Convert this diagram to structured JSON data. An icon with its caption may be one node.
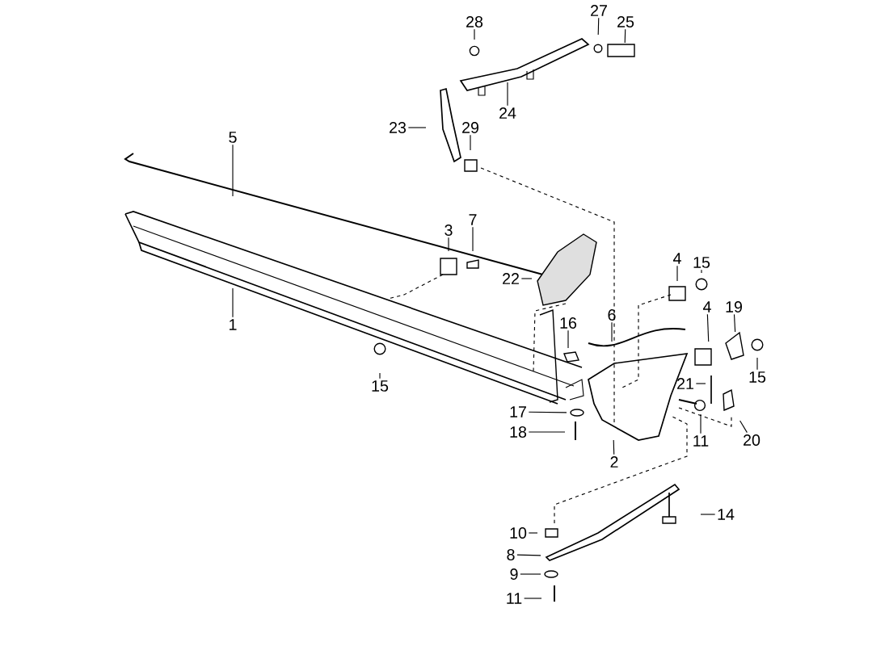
{
  "diagram": {
    "nodes": [
      {
        "text": [
          "27"
        ]
      },
      {
        "text": [
          "28"
        ]
      },
      {
        "text": [
          "25"
        ]
      },
      {
        "text": [
          "24"
        ]
      },
      {
        "text": [
          "23"
        ]
      },
      {
        "text": [
          "29"
        ]
      },
      {
        "text": [
          "5"
        ]
      },
      {
        "text": [
          "7"
        ]
      },
      {
        "text": [
          "3"
        ]
      },
      {
        "text": [
          "4"
        ]
      },
      {
        "text": [
          "15"
        ]
      },
      {
        "text": [
          "22"
        ]
      },
      {
        "text": [
          "19"
        ]
      },
      {
        "text": [
          "4"
        ]
      },
      {
        "text": [
          "6"
        ]
      },
      {
        "text": [
          "16"
        ]
      },
      {
        "text": [
          "1"
        ]
      },
      {
        "text": [
          "15"
        ]
      },
      {
        "text": [
          "15"
        ]
      },
      {
        "text": [
          "21"
        ]
      },
      {
        "text": [
          "17"
        ]
      },
      {
        "text": [
          "18"
        ]
      },
      {
        "text": [
          "20"
        ]
      },
      {
        "text": [
          "11"
        ]
      },
      {
        "text": [
          "2"
        ]
      },
      {
        "text": [
          "14"
        ]
      },
      {
        "text": [
          "10"
        ]
      },
      {
        "text": [
          "8"
        ]
      },
      {
        "text": [
          "9"
        ]
      },
      {
        "text": [
          "11"
        ]
      }
    ],
    "edges": [
      {
        "from": 0,
        "to": null,
        "arrow": "none"
      },
      {
        "from": 1,
        "to": null,
        "arrow": "none"
      },
      {
        "from": 2,
        "to": null,
        "arrow": "none"
      },
      {
        "from": 3,
        "to": null,
        "arrow": "none"
      },
      {
        "from": 4,
        "to": null,
        "arrow": "none"
      },
      {
        "from": 5,
        "to": null,
        "arrow": "none"
      },
      {
        "from": 6,
        "to": null,
        "arrow": "none"
      },
      {
        "from": 7,
        "to": null,
        "arrow": "none"
      },
      {
        "from": 8,
        "to": null,
        "arrow": "none"
      },
      {
        "from": 9,
        "to": null,
        "arrow": "none"
      },
      {
        "from": 10,
        "to": null,
        "arrow": "none"
      },
      {
        "from": 11,
        "to": null,
        "arrow": "none"
      },
      {
        "from": 12,
        "to": null,
        "arrow": "none"
      },
      {
        "from": 13,
        "to": null,
        "arrow": "none"
      },
      {
        "from": 14,
        "to": null,
        "arrow": "none"
      },
      {
        "from": 15,
        "to": null,
        "arrow": "none"
      },
      {
        "from": 16,
        "to": null,
        "arrow": "none"
      },
      {
        "from": 17,
        "to": null,
        "arrow": "none"
      },
      {
        "from": 18,
        "to": null,
        "arrow": "none"
      },
      {
        "from": 19,
        "to": null,
        "arrow": "none"
      },
      {
        "from": 20,
        "to": null,
        "arrow": "none"
      },
      {
        "from": 21,
        "to": null,
        "arrow": "none"
      },
      {
        "from": 22,
        "to": null,
        "arrow": "none"
      },
      {
        "from": 23,
        "to": null,
        "arrow": "none"
      },
      {
        "from": 24,
        "to": null,
        "arrow": "none"
      },
      {
        "from": 25,
        "to": null,
        "arrow": "none"
      },
      {
        "from": 26,
        "to": null,
        "arrow": "none"
      },
      {
        "from": 27,
        "to": null,
        "arrow": "none"
      },
      {
        "from": 28,
        "to": null,
        "arrow": "none"
      },
      {
        "from": 29,
        "to": null,
        "arrow": "none"
      }
    ]
  }
}
